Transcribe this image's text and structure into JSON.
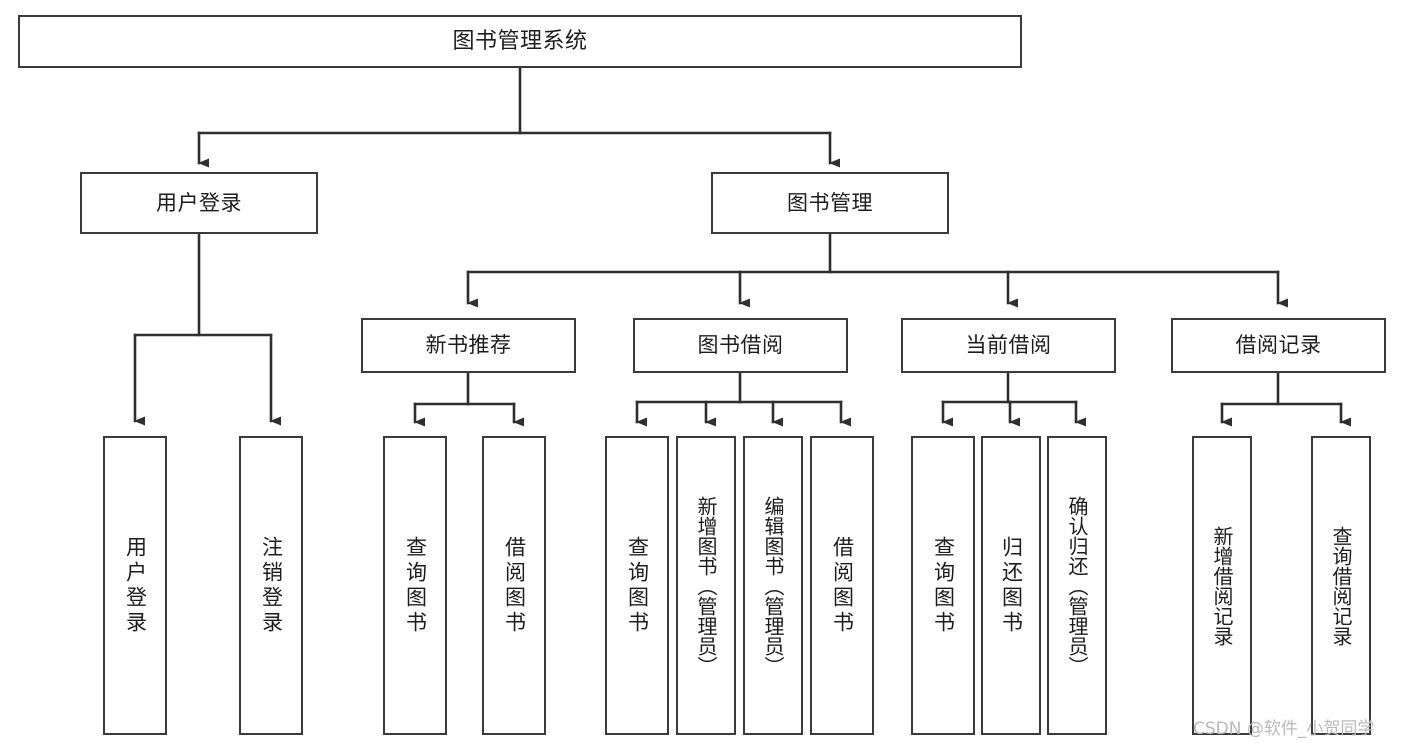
{
  "diagram": {
    "title": "图书管理系统",
    "type": "hierarchy-tree",
    "nodes": {
      "root": {
        "label": "图书管理系统"
      },
      "level2": [
        {
          "id": "user-login",
          "label": "用户登录"
        },
        {
          "id": "book-manage",
          "label": "图书管理"
        }
      ],
      "level3": [
        {
          "id": "new-book-recommend",
          "label": "新书推荐"
        },
        {
          "id": "book-borrow",
          "label": "图书借阅"
        },
        {
          "id": "current-borrow",
          "label": "当前借阅"
        },
        {
          "id": "borrow-record",
          "label": "借阅记录"
        }
      ],
      "leaves": {
        "user-login": [
          {
            "id": "leaf-user-login",
            "label": "用户登录"
          },
          {
            "id": "leaf-logout",
            "label": "注销登录"
          }
        ],
        "new-book-recommend": [
          {
            "id": "leaf-query-book-1",
            "label": "查询图书"
          },
          {
            "id": "leaf-borrow-book-1",
            "label": "借阅图书"
          }
        ],
        "book-borrow": [
          {
            "id": "leaf-query-book-2",
            "label": "查询图书"
          },
          {
            "id": "leaf-add-book",
            "label": "新增图书（管理员）"
          },
          {
            "id": "leaf-edit-book",
            "label": "编辑图书（管理员）"
          },
          {
            "id": "leaf-borrow-book-2",
            "label": "借阅图书"
          }
        ],
        "current-borrow": [
          {
            "id": "leaf-query-book-3",
            "label": "查询图书"
          },
          {
            "id": "leaf-return-book",
            "label": "归还图书"
          },
          {
            "id": "leaf-confirm-return",
            "label": "确认归还（管理员）"
          }
        ],
        "borrow-record": [
          {
            "id": "leaf-add-record",
            "label": "新增借阅记录"
          },
          {
            "id": "leaf-query-record",
            "label": "查询借阅记录"
          }
        ]
      }
    },
    "colors": {
      "border": "#3a3a3a",
      "text": "#1d1d1d",
      "background": "#ffffff",
      "edge": "#2f2f2f",
      "watermark": "#b9b9b9"
    }
  },
  "watermark": {
    "text": "CSDN @软件_小贺同学"
  }
}
